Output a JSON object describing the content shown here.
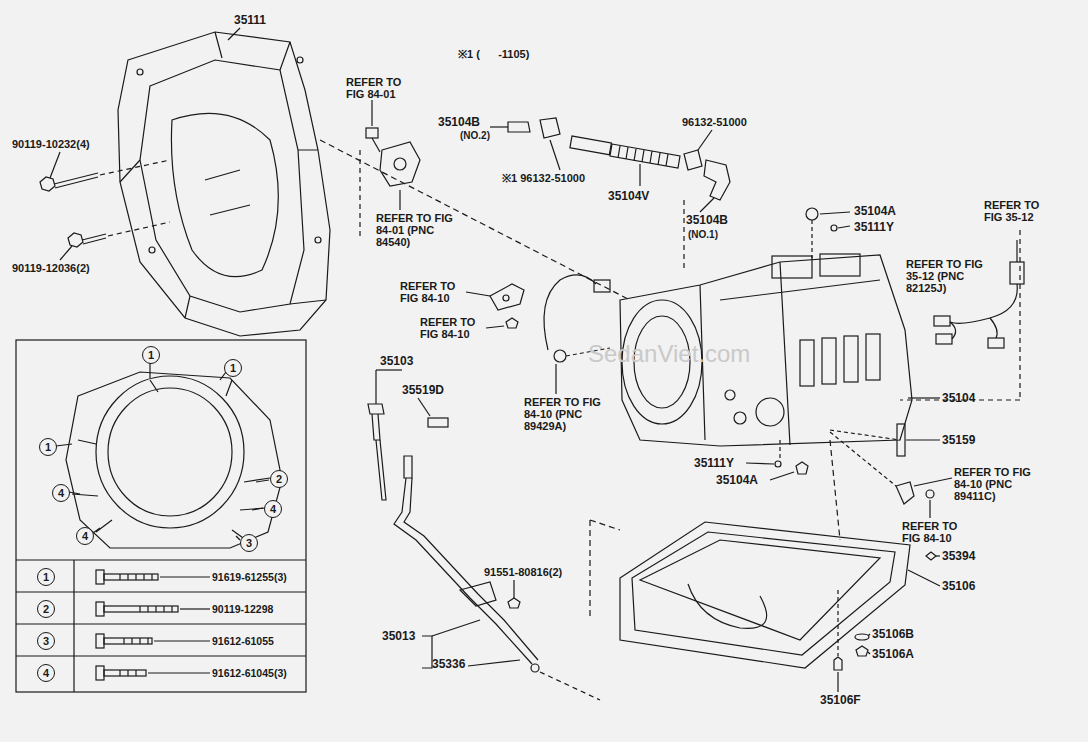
{
  "diagram": {
    "nodes": [
      {
        "text": [
          "1"
        ]
      },
      {
        "text": [
          "1"
        ]
      },
      {
        "text": [
          "1"
        ]
      },
      {
        "text": [
          "2"
        ]
      },
      {
        "text": [
          "4"
        ]
      },
      {
        "text": [
          "4"
        ]
      },
      {
        "text": [
          "4"
        ]
      },
      {
        "text": [
          "3"
        ]
      },
      {
        "text": [
          "1"
        ]
      },
      {
        "text": [
          "2"
        ]
      },
      {
        "text": [
          "3"
        ]
      },
      {
        "text": [
          "4"
        ]
      }
    ],
    "labels": [
      "※1 (      -1105)",
      "35111",
      "90119-10232(4)",
      "90119-12036(2)",
      "REFER TO FIG 84-01",
      "35104B",
      "(NO.2)",
      "96132-51000",
      "※1 96132-51000",
      "35104V",
      "REFER TO FIG 84-01 (PNC 84540)",
      "35104B",
      "(NO.1)",
      "35104A",
      "35111Y",
      "REFER TO FIG 35-12",
      "REFER TO FIG 35-12 (PNC 82125J)",
      "REFER TO FIG 84-10",
      "REFER TO FIG 84-10",
      "35103",
      "35519D",
      "REFER TO FIG 84-10 (PNC 89429A)",
      "35104",
      "35159",
      "35111Y",
      "35104A",
      "REFER TO FIG 84-10 (PNC 89411C)",
      "REFER TO FIG 84-10",
      "35394",
      "35106",
      "35106B",
      "35106A",
      "35106F",
      "91551-80816(2)",
      "35013",
      "35336",
      "91619-61255(3)",
      "90119-12298",
      "91612-61055",
      "91612-61045(3)",
      "SedanViet.com"
    ]
  }
}
